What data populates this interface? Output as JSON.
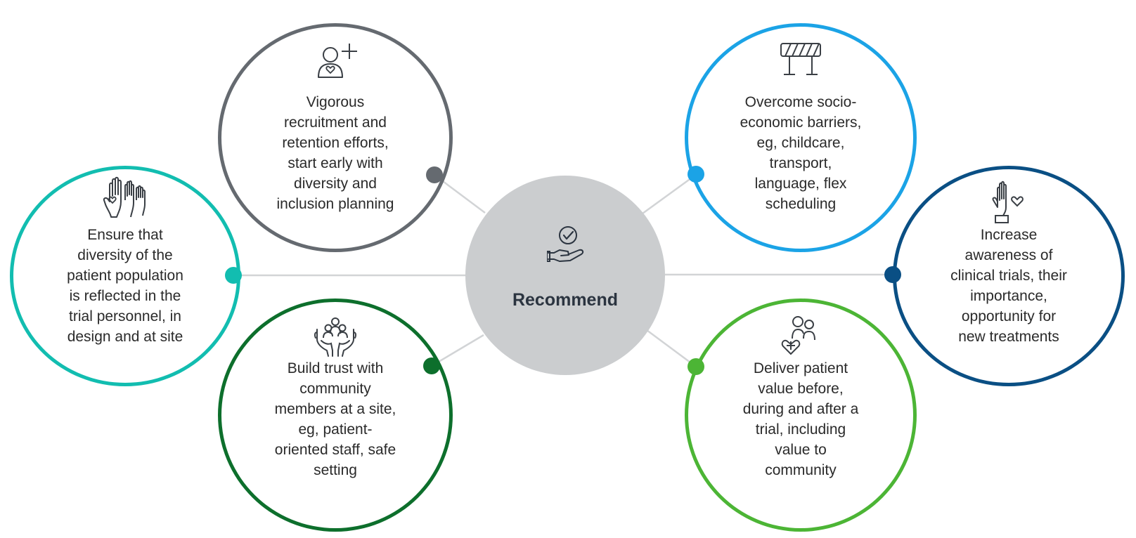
{
  "center": {
    "label": "Recommend",
    "icon": "hand-check-icon"
  },
  "nodes": [
    {
      "id": "recruitment",
      "icon": "person-plus-icon",
      "color": "#656a70",
      "text": "Vigorous\nrecruitment and\nretention efforts,\nstart early with\ndiversity and\ninclusion planning"
    },
    {
      "id": "diversity",
      "icon": "raised-hands-icon",
      "color": "#12bdb0",
      "text": "Ensure that\ndiversity of the\npatient population\nis reflected in the\ntrial personnel, in\ndesign and at site"
    },
    {
      "id": "trust",
      "icon": "community-hands-icon",
      "color": "#0d6f2c",
      "text": "Build trust with\ncommunity\nmembers at a site,\neg, patient-\noriented staff, safe\nsetting"
    },
    {
      "id": "barriers",
      "icon": "barrier-icon",
      "color": "#1ba3e6",
      "text": "Overcome socio-\neconomic barriers,\neg, childcare,\ntransport,\nlanguage, flex\nscheduling"
    },
    {
      "id": "awareness",
      "icon": "hand-heart-icon",
      "color": "#0a4f84",
      "text": "Increase\nawareness of\nclinical trials, their\nimportance,\nopportunity for\nnew treatments"
    },
    {
      "id": "value",
      "icon": "patients-heart-icon",
      "color": "#4cb535",
      "text": "Deliver patient\nvalue before,\nduring and after a\ntrial, including\nvalue to\ncommunity"
    }
  ],
  "connector_color": "#d2d4d6"
}
